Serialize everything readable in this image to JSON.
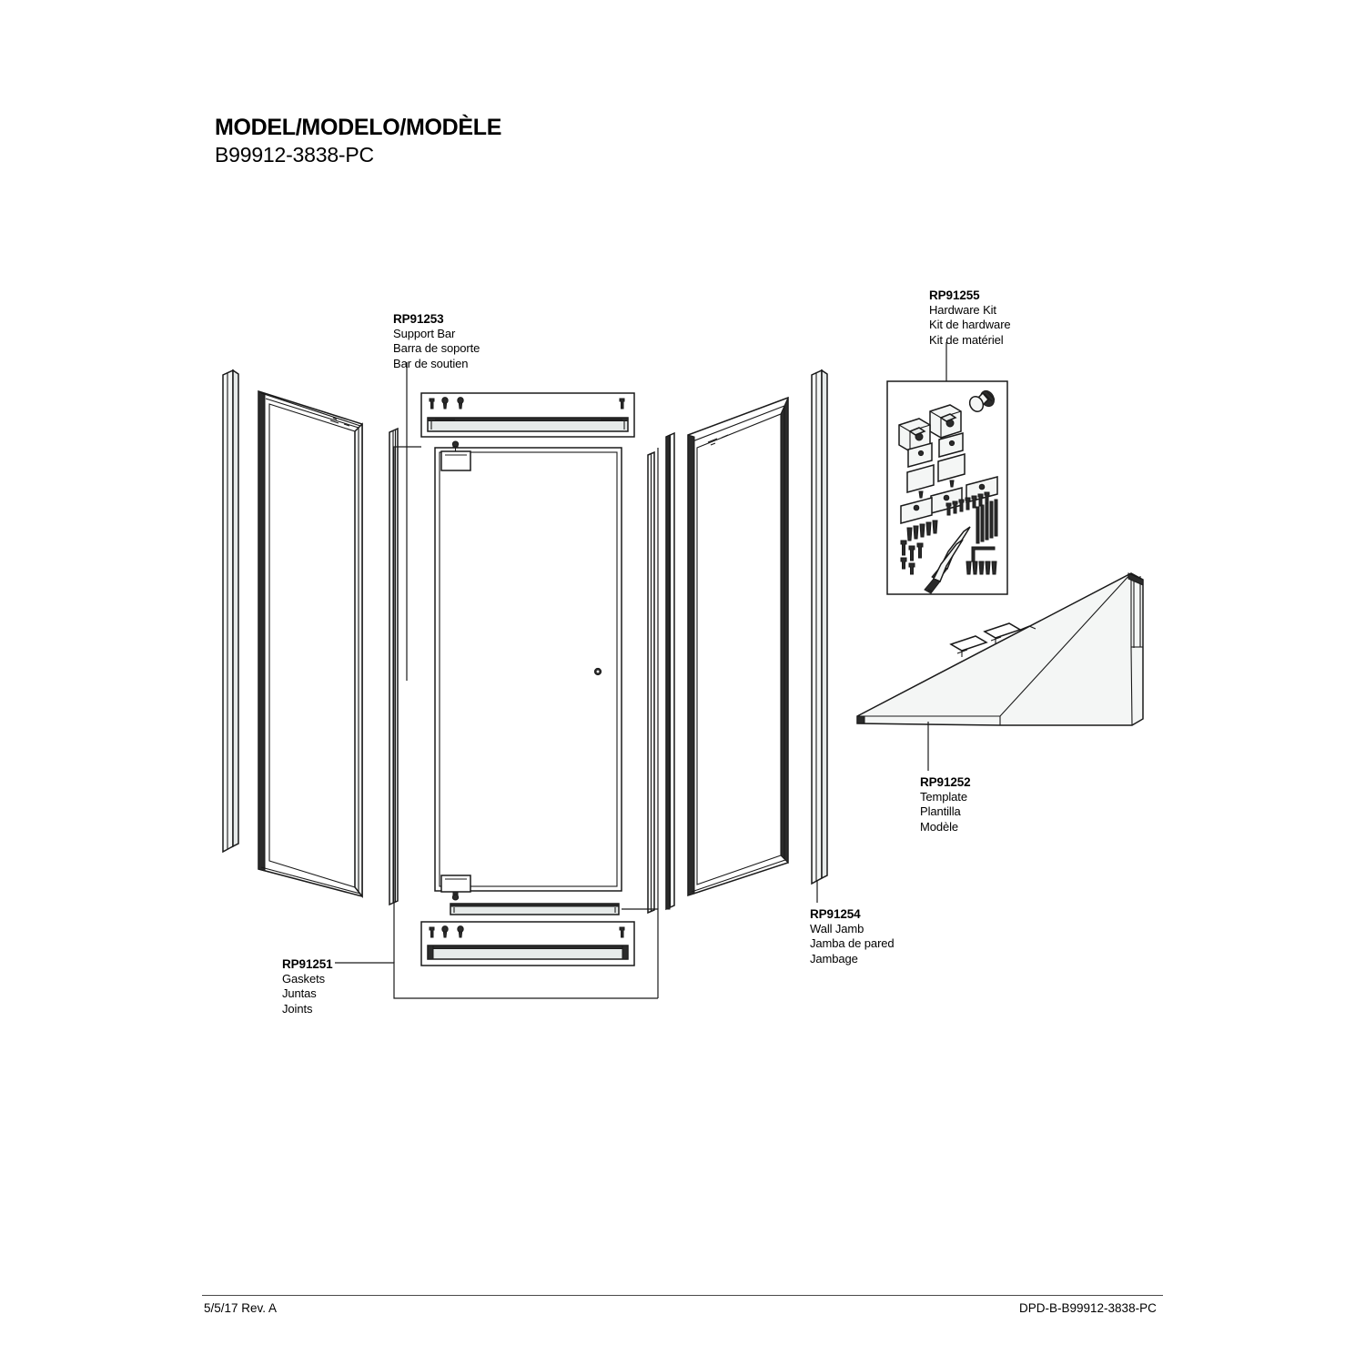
{
  "header": {
    "title": "MODEL/MODELO/MODÈLE",
    "model_number": "B99912-3838-PC"
  },
  "callouts": [
    {
      "id": "RP91253",
      "code": "RP91253",
      "name_en": "Support Bar",
      "name_es": "Barra de soporte",
      "name_fr": "Bar de soutien"
    },
    {
      "id": "RP91255",
      "code": "RP91255",
      "name_en": "Hardware Kit",
      "name_es": "Kit de hardware",
      "name_fr": "Kit de matériel"
    },
    {
      "id": "RP91252",
      "code": "RP91252",
      "name_en": "Template",
      "name_es": "Plantilla",
      "name_fr": "Modèle"
    },
    {
      "id": "RP91254",
      "code": "RP91254",
      "name_en": "Wall Jamb",
      "name_es": "Jamba de pared",
      "name_fr": "Jambage"
    },
    {
      "id": "RP91251",
      "code": "RP91251",
      "name_en": "Gaskets",
      "name_es": "Juntas",
      "name_fr": "Joints"
    }
  ],
  "footer": {
    "left": "5/5/17  Rev. A",
    "right": "DPD-B-B99912-3838-PC"
  },
  "colors": {
    "line": "#1a1a1a",
    "fill_light": "#f4f6f5",
    "fill_mid": "#e4e8e7",
    "fill_dark": "#2b2b2b",
    "rule": "#4a4a4a",
    "background": "#ffffff"
  },
  "diagram": {
    "type": "exploded-parts-diagram",
    "product": "shower door enclosure",
    "parts": [
      "left wall jamb",
      "left side panel",
      "left gasket",
      "top support bar",
      "door panel",
      "bottom gasket",
      "bottom support bar",
      "right gasket",
      "right side panel",
      "right wall jamb",
      "hardware kit box",
      "template sheet"
    ]
  }
}
